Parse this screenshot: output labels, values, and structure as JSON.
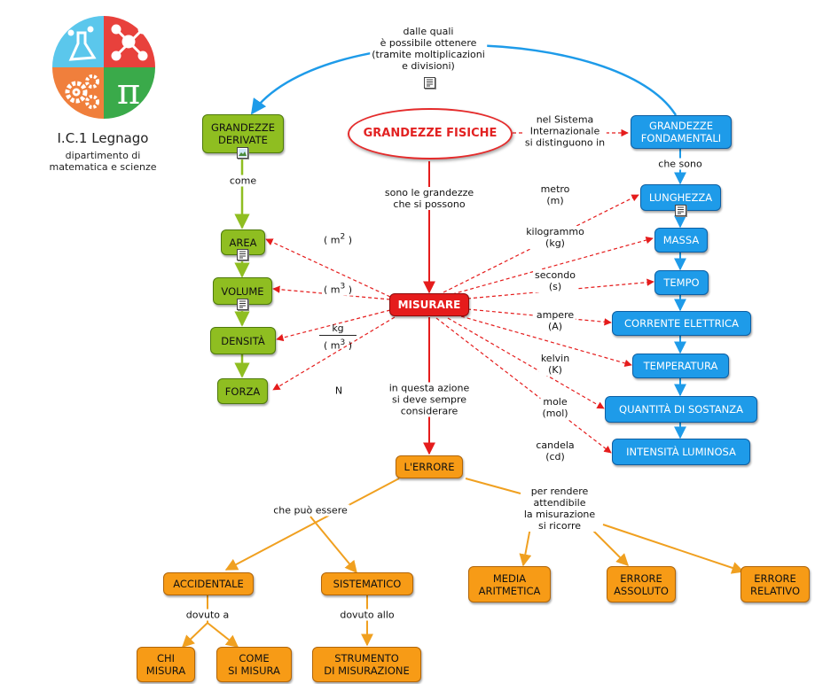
{
  "logo": {
    "title": "I.C.1 Legnago",
    "subtitle": "dipartimento di\nmatematica e scienze",
    "icons": [
      "flask-icon",
      "molecule-icon",
      "gears-icon",
      "pi-icon"
    ],
    "colors": [
      "#5bc7ec",
      "#e8413c",
      "#f07f3c",
      "#3aaa4a"
    ]
  },
  "colors": {
    "green": "#8fbe21",
    "blue": "#1e9be9",
    "orange": "#f79b16",
    "red": "#e51c1c",
    "main_border": "#e52b2b"
  },
  "nodes": {
    "main": "GRANDEZZE FISICHE",
    "misurare": "MISURARE",
    "derivate": "GRANDEZZE\nDERIVATE",
    "area": "AREA",
    "volume": "VOLUME",
    "densita": "DENSITÀ",
    "forza": "FORZA",
    "fondamentali": "GRANDEZZE\nFONDAMENTALI",
    "lunghezza": "LUNGHEZZA",
    "massa": "MASSA",
    "tempo": "TEMPO",
    "corrente": "CORRENTE ELETTRICA",
    "temperatura": "TEMPERATURA",
    "quantita": "QUANTITÀ DI SOSTANZA",
    "intensita": "INTENSITÀ LUMINOSA",
    "errore": "L'ERRORE",
    "accidentale": "ACCIDENTALE",
    "sistematico": "SISTEMATICO",
    "media": "MEDIA\nARITMETICA",
    "assoluto": "ERRORE\nASSOLUTO",
    "relativo": "ERRORE\nRELATIVO",
    "chi": "CHI\nMISURA",
    "come_misura": "COME\nSI MISURA",
    "strumento": "STRUMENTO\nDI MISURAZIONE"
  },
  "labels": {
    "dalle_quali": "dalle quali\nè possibile ottenere\n(tramite moltiplicazioni\ne divisioni)",
    "nel_sistema": "nel Sistema\nInternazionale\nsi distinguono in",
    "che_sono": "che sono",
    "come": "come",
    "sono_le": "sono le grandezze\nche si possono",
    "in_questa": "in questa azione\nsi deve sempre\nconsiderare",
    "che_puo": "che può essere",
    "per_rendere": "per rendere\nattendibile\nla misurazione\nsi ricorre",
    "dovuto_a": "dovuto a",
    "dovuto_allo": "dovuto allo"
  },
  "units": {
    "metro": "metro\n(m)",
    "kilogrammo": "kilogrammo\n(kg)",
    "secondo": "secondo\n(s)",
    "ampere": "ampere\n(A)",
    "kelvin": "kelvin\n(K)",
    "mole": "mole\n(mol)",
    "candela": "candela\n(cd)"
  },
  "derived_units": {
    "area_unit": "m",
    "area_exp": "2",
    "volume_unit": "m",
    "volume_exp": "3",
    "density_num": "kg",
    "density_den_unit": "m",
    "density_den_exp": "3",
    "force_unit": "N"
  },
  "icons": [
    "document-icon",
    "image-icon"
  ]
}
